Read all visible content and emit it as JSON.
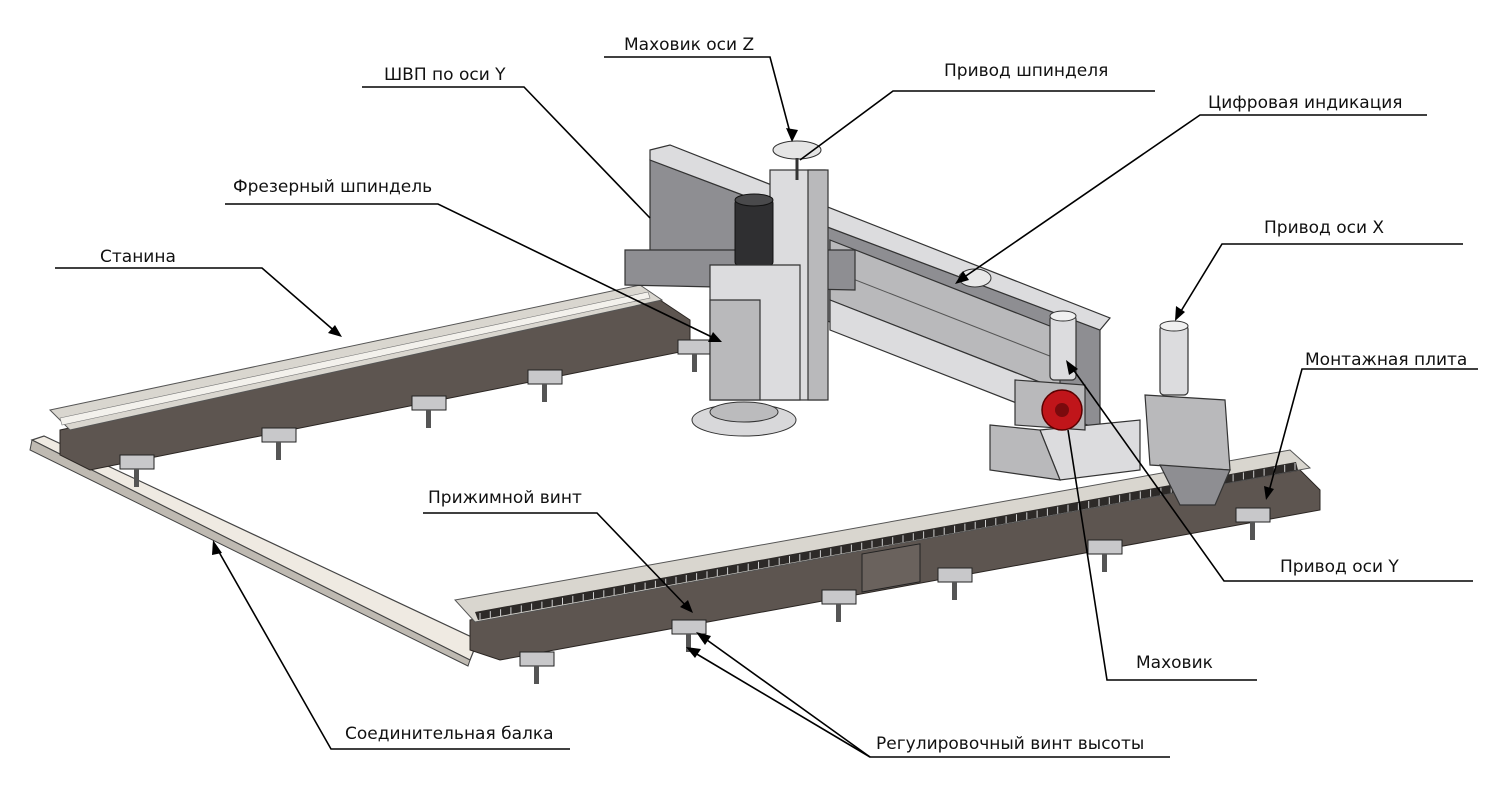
{
  "labels": {
    "handwheel_z": "Маховик оси Z",
    "ballscrew_y": "ШВП по оси Y",
    "spindle_drive": "Привод шпинделя",
    "digital_readout": "Цифровая индикация",
    "milling_spindle": "Фрезерный шпиндель",
    "bed": "Станина",
    "drive_x": "Привод оси X",
    "mounting_plate": "Монтажная плита",
    "clamping_screw": "Прижимной винт",
    "drive_y": "Привод оси Y",
    "handwheel": "Маховик",
    "connecting_beam": "Соединительная балка",
    "height_adjust_screw": "Регулировочный винт высоты"
  },
  "colors": {
    "rail_body": "#5d5550",
    "rail_top": "#d9d6cf",
    "metal": "#b9b9bb",
    "handwheel_red": "#c0151a",
    "leader_line": "#000000"
  }
}
